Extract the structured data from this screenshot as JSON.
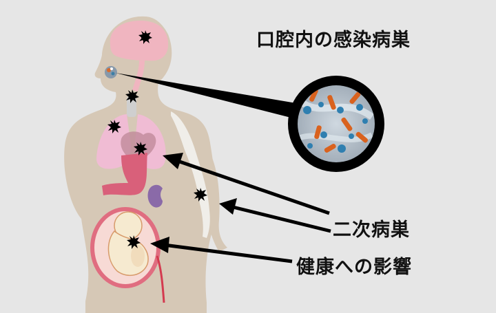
{
  "labels": {
    "oral_infection": "口腔内の感染病巣",
    "secondary_focus": "二次病巣",
    "health_impact": "健康への影響"
  },
  "colors": {
    "background": "#e6e6e6",
    "body": "#d6c8b6",
    "brain": "#f0b5c0",
    "lungs": "#f0bcd4",
    "stomach": "#d9607a",
    "kidney": "#8a6aa8",
    "uterus": "#f7dad5",
    "fetus": "#f6ead0",
    "umbilical": "#d43a4f",
    "arrow": "#000000",
    "lesion": "#000000"
  },
  "icons": [
    "bacteria-lesion-icon",
    "bacteria-magnified-view"
  ]
}
